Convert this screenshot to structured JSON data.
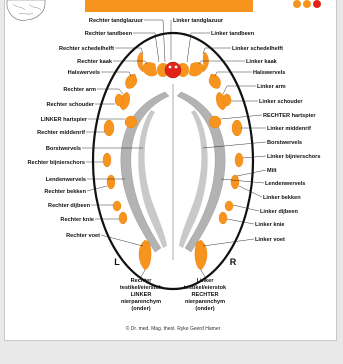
{
  "colors": {
    "orange": "#f7941d",
    "red": "#e2231a",
    "gray": "#b3b3b3"
  },
  "labels": {
    "top_left": "Rechter tandglazuur",
    "top_right": "Linker tandglazuur",
    "left": [
      "Rechter tandbeen",
      "Rechter schedelhelft",
      "Rechter kaak",
      "Halswervels",
      "Rechter arm",
      "Rechter schouder",
      "LINKER hartspier",
      "Rechter middenrif",
      "Borstwervels",
      "Rechter bijnierschors",
      "Lendenwervels",
      "Rechter bekken",
      "Rechter dijbeen",
      "Rechter knie",
      "Rechter voet"
    ],
    "right": [
      "Linker tandbeen",
      "Linker schedelhelft",
      "Linker kaak",
      "Halswervels",
      "Linker arm",
      "Linker schouder",
      "RECHTER hartspier",
      "Linker middenrif",
      "Borstwervels",
      "Linker bijnierschors",
      "Milt",
      "Lendenwervels",
      "Linker bekken",
      "Linker dijbeen",
      "Linker knie",
      "Linker voet"
    ],
    "bottom_left": [
      "Rechter",
      "testikel/eierstok",
      "LINKER",
      "nierparenchym",
      "(onder)"
    ],
    "bottom_right": [
      "Linker",
      "testikel/eierstok",
      "RECHTER",
      "nierparenchym",
      "(onder)"
    ],
    "side_left": "L",
    "side_right": "R",
    "copyright": "© Dr. med. Mag. theol. Ryke Geerd Hamer"
  }
}
